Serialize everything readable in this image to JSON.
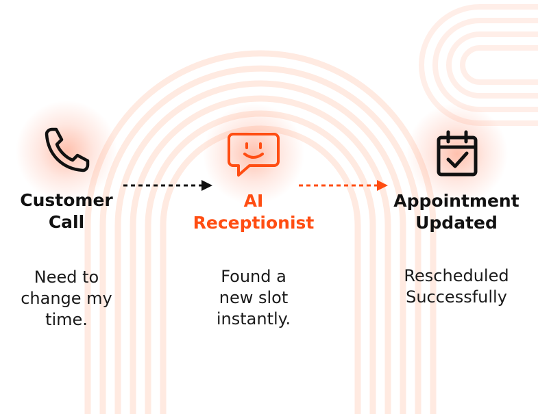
{
  "colors": {
    "accent": "#ff4d12",
    "text": "#111111",
    "arch": "#ffd9cc"
  },
  "steps": [
    {
      "icon": "phone-icon",
      "title_lines": [
        "Customer",
        "Call"
      ],
      "desc_lines": [
        "Need to",
        "change my",
        "time."
      ]
    },
    {
      "icon": "chat-smile-icon",
      "title_lines": [
        "AI",
        "Receptionist"
      ],
      "desc_lines": [
        "Found a",
        "new slot",
        "instantly."
      ]
    },
    {
      "icon": "calendar-check-icon",
      "title_lines": [
        "Appointment",
        "Updated"
      ],
      "desc_lines": [
        "Rescheduled",
        "Successfully"
      ]
    }
  ],
  "connectors": [
    {
      "from": 0,
      "to": 1,
      "color": "#111111"
    },
    {
      "from": 1,
      "to": 2,
      "color": "#ff4d12"
    }
  ]
}
